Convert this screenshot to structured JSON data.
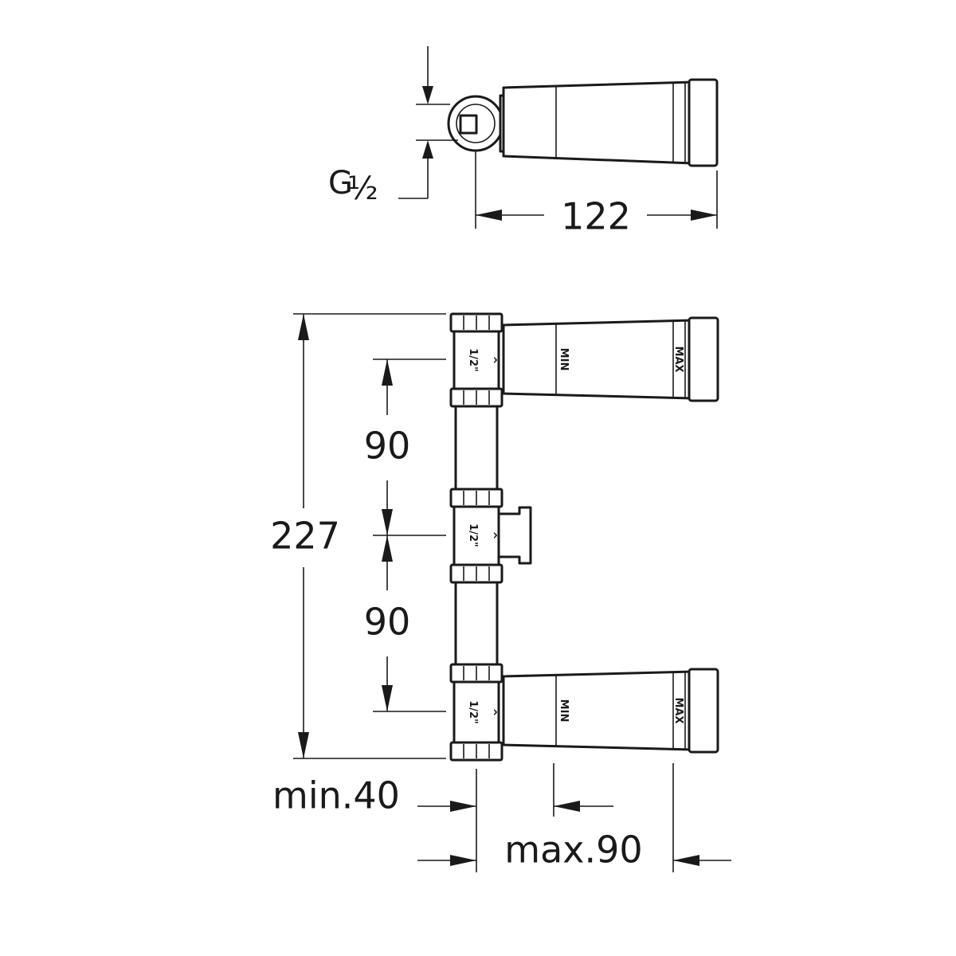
{
  "dimensions": {
    "thread_g": "G",
    "thread_half": "½",
    "depth": "122",
    "height_total": "227",
    "spacing_upper": "90",
    "spacing_lower": "90",
    "min_offset": "min.40",
    "max_offset": "max.90"
  },
  "markings": {
    "fitting_size": "1/2\"",
    "fitting_arrow": "^",
    "handle_min": "MIN",
    "handle_max": "MAX"
  }
}
